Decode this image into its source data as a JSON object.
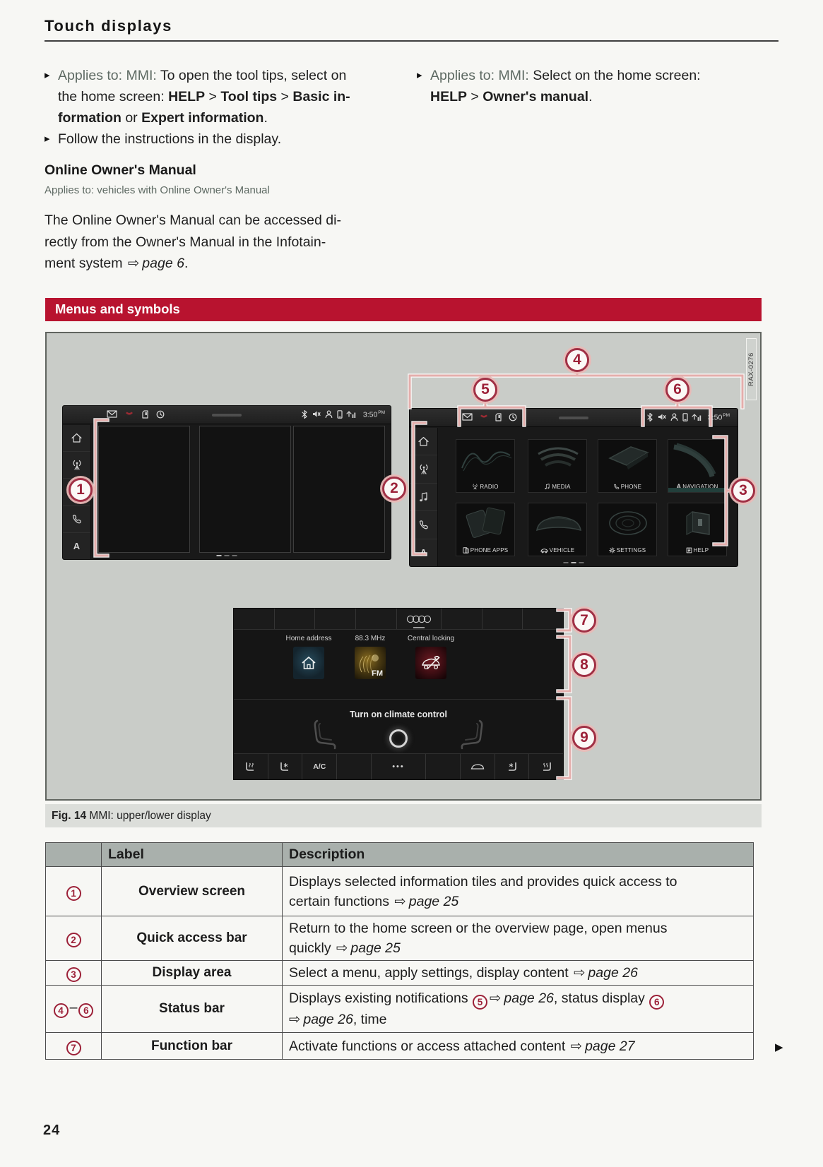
{
  "glyphs": {
    "bullet": "▸",
    "arrow": "⇨",
    "dash": "–",
    "continuation": "▶",
    "more": "•••"
  },
  "colors": {
    "banner_red": "#b8132f",
    "callout_red": "#9c2138",
    "applies_to_green": "#5e6a63",
    "figure_background": "#c9ccc8",
    "table_header_gray": "#a9b0ac",
    "screen_black": "#191919",
    "navigation_highlight": "#223f3b"
  },
  "header": {
    "title": "Touch displays"
  },
  "intro": {
    "left": {
      "b1": {
        "l1a": "Applies to: MMI:",
        "l1b": " To open the tool tips, select on",
        "l2a": "the home screen: ",
        "l2b": "HELP",
        "l2c": " > ",
        "l2d": "Tool tips",
        "l2e": " > ",
        "l2f": "Basic in-",
        "l3a": "formation",
        "l3b": " or ",
        "l3c": "Expert information",
        "l3d": "."
      },
      "b2": "Follow the instructions in the display."
    },
    "right": {
      "b1": {
        "l1a": "Applies to: MMI:",
        "l1b": " Select on the home screen:",
        "l2a": "HELP",
        "l2b": " > ",
        "l2c": "Owner's manual",
        "l2d": "."
      }
    }
  },
  "owners_manual": {
    "heading": "Online Owner's Manual",
    "applies": "Applies to: vehicles with Online Owner's Manual",
    "p_l1": "The Online Owner's Manual can be accessed di-",
    "p_l2": "rectly from the Owner's Manual in the Infotain-",
    "p_l3": "ment system ",
    "p_page": "page 6",
    "p_end": "."
  },
  "banner": {
    "title": "Menus and symbols"
  },
  "figure": {
    "watermark": "RAX-0276",
    "caption_label": "Fig. 14",
    "caption_text": " MMI: upper/lower display",
    "time": "3:50",
    "time_suffix": "PM",
    "callouts": {
      "c1": "1",
      "c2": "2",
      "c3": "3",
      "c4": "4",
      "c5": "5",
      "c6": "6",
      "c7": "7",
      "c8": "8",
      "c9": "9"
    },
    "menu_tiles": {
      "t1": "RADIO",
      "t2": "MEDIA",
      "t3": "PHONE",
      "t4": "NAVIGATION",
      "t5": "PHONE APPS",
      "t6": "VEHICLE",
      "t7": "SETTINGS",
      "t8": "HELP"
    },
    "lower": {
      "tile1_label": "Home address",
      "tile2_label": "88.3 MHz",
      "tile2_badge": "FM",
      "tile3_label": "Central locking",
      "climate_text": "Turn on climate control",
      "ac": "A/C"
    }
  },
  "table": {
    "col_label": "Label",
    "col_desc": "Description",
    "r1": {
      "num": "1",
      "label": "Overview screen",
      "l1": "Displays selected information tiles and provides quick access to",
      "l2": "certain functions ",
      "page": "page 25"
    },
    "r2": {
      "num": "2",
      "label": "Quick access bar",
      "l1": "Return to the home screen or the overview page, open menus",
      "l2": "quickly ",
      "page": "page 25"
    },
    "r3": {
      "num": "3",
      "label": "Display area",
      "l1": "Select a menu, apply settings, display content ",
      "page": "page 26"
    },
    "r4": {
      "num_a": "4",
      "num_b": "6",
      "label": "Status bar",
      "l1a": "Displays existing notifications ",
      "c5": "5",
      "page1": "page 26",
      "l1b": ", status display ",
      "c6": "6",
      "page2": "page 26",
      "l2b": ", time"
    },
    "r5": {
      "num": "7",
      "label": "Function bar",
      "l1": "Activate functions or access attached content ",
      "page": "page 27"
    }
  },
  "footer": {
    "page_number": "24"
  }
}
